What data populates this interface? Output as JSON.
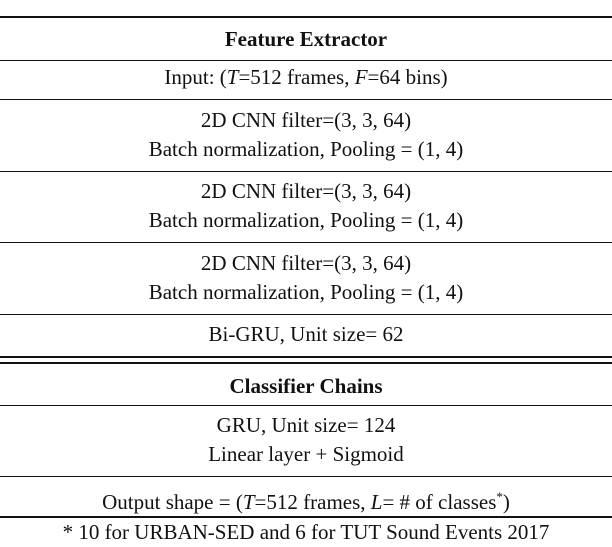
{
  "table": {
    "header1": "Feature Extractor",
    "input": {
      "prefix": "Input: (",
      "T": "T",
      "t_rest": "=512 frames, ",
      "F": "F",
      "f_rest": "=64 bins)"
    },
    "cnn_blocks": [
      {
        "line1": "2D CNN filter=(3, 3, 64)",
        "line2": "Batch normalization, Pooling = (1, 4)"
      },
      {
        "line1": "2D CNN filter=(3, 3, 64)",
        "line2": "Batch normalization, Pooling = (1, 4)"
      },
      {
        "line1": "2D CNN filter=(3, 3, 64)",
        "line2": "Batch normalization, Pooling = (1, 4)"
      }
    ],
    "bigru": "Bi-GRU, Unit size= 62",
    "header2": "Classifier Chains",
    "gru": {
      "line1": "GRU, Unit size= 124",
      "line2": "Linear layer + Sigmoid"
    },
    "output": {
      "prefix": "Output shape = (",
      "T": "T",
      "t_rest": "=512 frames, ",
      "L": "L",
      "l_rest": "= # of classes",
      "sup": "*",
      "suffix": ")"
    },
    "footnote": "* 10 for URBAN-SED and 6 for TUT Sound Events 2017"
  }
}
